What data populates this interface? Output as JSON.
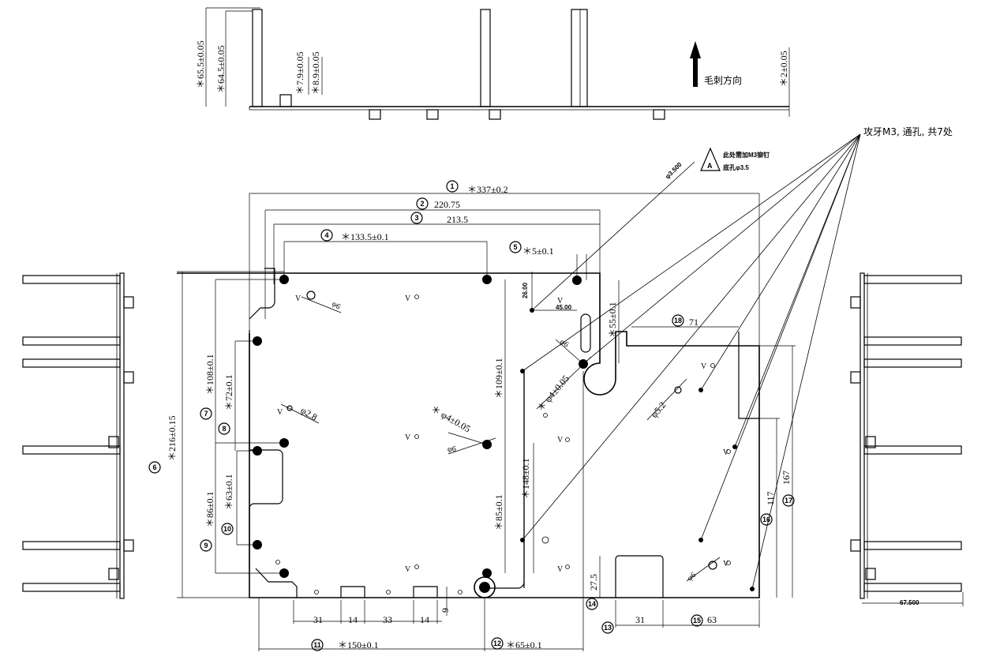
{
  "side_view": {
    "dims": [
      "＊65.5±0.05",
      "＊64.5±0.05",
      "＊7.9±0.05",
      "＊8.9±0.05",
      "＊2±0.05"
    ],
    "burr_label": "毛刺方向"
  },
  "tap_note": "攻牙M3, 通孔, 共7处",
  "note_A": {
    "letter": "A",
    "line1": "此处需加M3铆钉",
    "line2": "底孔φ3.5"
  },
  "diameter_3500": "φ3.500",
  "numbered_dims": [
    {
      "num": "1",
      "text": "＊337±0.2"
    },
    {
      "num": "2",
      "text": "220.75"
    },
    {
      "num": "3",
      "text": "213.5"
    },
    {
      "num": "4",
      "text": "＊133.5±0.1"
    },
    {
      "num": "5",
      "text": "＊5±0.1"
    },
    {
      "num": "6",
      "text": "＊216±0.15"
    },
    {
      "num": "7",
      "text": "＊108±0.1"
    },
    {
      "num": "8",
      "text": "＊72±0.1"
    },
    {
      "num": "9",
      "text": "＊86±0.1"
    },
    {
      "num": "10",
      "text": "＊63±0.1"
    },
    {
      "num": "11",
      "text": "＊150±0.1"
    },
    {
      "num": "12",
      "text": "＊65±0.1"
    },
    {
      "num": "13",
      "text": "31"
    },
    {
      "num": "14",
      "text": "27.5"
    },
    {
      "num": "15",
      "text": "63"
    },
    {
      "num": "16",
      "text": "117"
    },
    {
      "num": "17",
      "text": "167"
    },
    {
      "num": "18",
      "text": "71"
    }
  ],
  "plain_dims": {
    "d26": "26.00",
    "d45": "45.00",
    "d55": "＊55±0.1",
    "d109": "＊109±0.1",
    "d148": "＊148±0.1",
    "d85": "＊85±0.1",
    "phi6_a": "φ6",
    "phi6_b": "φ6",
    "phi6_c": "φ6",
    "phi6_d": "φ6",
    "phi28": "φ2.8",
    "phi4_a": "＊ φ4±0.05",
    "phi4_b": "＊ φ4±0.05",
    "phi52": "φ5.2",
    "b31": "31",
    "b14a": "14",
    "b33": "33",
    "b14b": "14",
    "b9": "9",
    "d675": "67.500"
  },
  "marker": "V"
}
